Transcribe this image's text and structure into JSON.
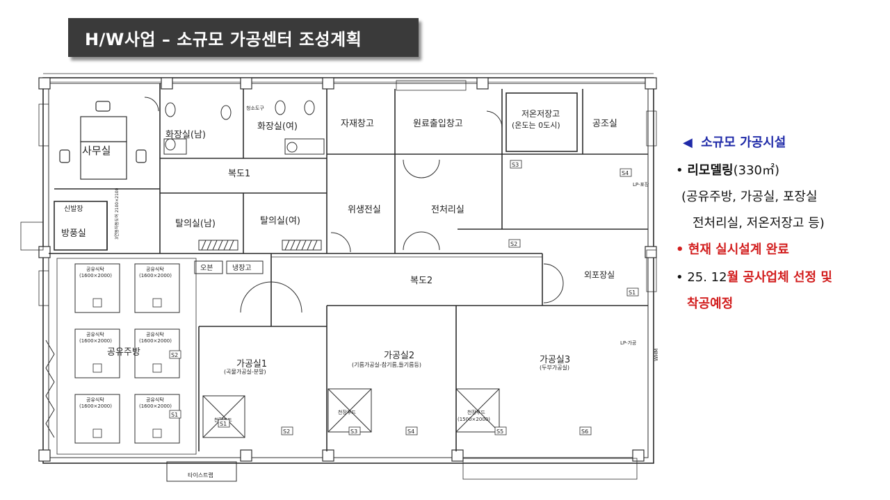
{
  "header": {
    "title": "H/W사업 – 소규모 가공센터 조성계획"
  },
  "floor_plan": {
    "rooms": {
      "office": "사무실",
      "toilet_m": "화장실(남)",
      "toilet_f": "화장실(여)",
      "storage_material": "자재창고",
      "storage_raw": "원료출입창고",
      "cold_storage_1": "저온저장고",
      "cold_storage_2": "(온도는 0도시)",
      "air_room": "공조실",
      "corridor1": "복도1",
      "changing_m": "탈의실(남)",
      "changing_f": "탈의실(여)",
      "sanitary": "위생전실",
      "preprocess": "전처리실",
      "windbreak": "방풍실",
      "shoe": "신발장",
      "corridor2": "복도2",
      "outer_pack": "외포장실",
      "oven": "오븐",
      "fridge": "냉장고",
      "shared_kitchen": "공유주방",
      "proc1": "가공실1",
      "proc1_sub": "(곡물가공실-분말)",
      "proc2": "가공실2",
      "proc2_sub": "(기름가공실-참기름,들기름등)",
      "proc3": "가공실3",
      "proc3_sub": "(두부가공실)",
      "cleaning": "청소도구",
      "door_spec": "3연동자동도어 2100×2100",
      "lp_pack": "LP-포장",
      "lp_proc": "LP-가공",
      "whm": "WHM",
      "tile": "타이스트랩",
      "hood": "천장후드",
      "hood_size": "(1500×2000)"
    },
    "table_label": "공유식탁",
    "table_size": "(1600×2000)",
    "tags": [
      "S1",
      "S2",
      "S3",
      "S4",
      "S5",
      "S6"
    ]
  },
  "sidebar": {
    "heading_marker": "◀",
    "heading": "소규모 가공시설",
    "b1_bullet": "•",
    "b1_bold": "리모델링",
    "b1_rest": "(330㎡)",
    "b1_line2": "(공유주방, 가공실, 포장실",
    "b1_line3": "전처리실, 저온저장고 등)",
    "b2": "• 현재 실시설계 완료",
    "b3_prefix": "• 25. 12",
    "b3_rest": "월 공사업체 선정 및",
    "b3_line2": "착공예정"
  }
}
